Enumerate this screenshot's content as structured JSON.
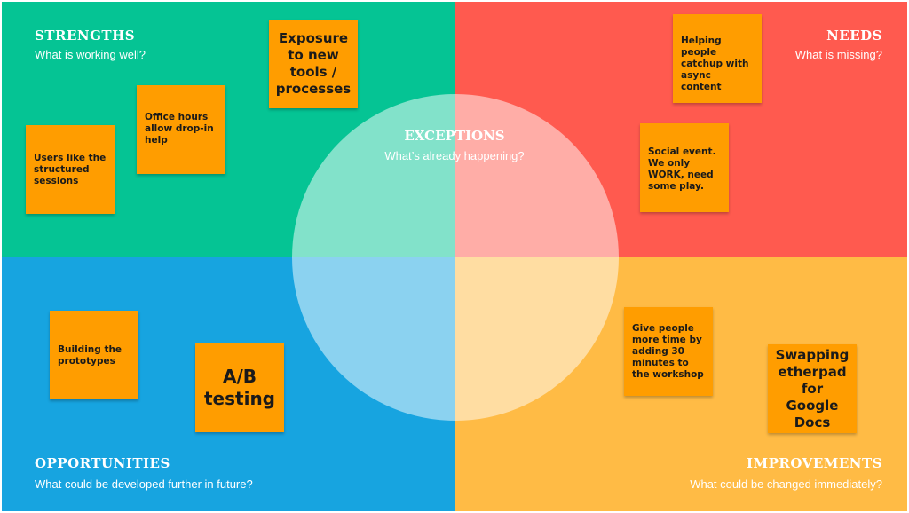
{
  "colors": {
    "strengths": "#05c494",
    "needs": "#ff5a4f",
    "opportunities": "#17a4e0",
    "improvements": "#ffbb45",
    "sticky": "#ff9d00"
  },
  "quadrants": {
    "strengths": {
      "title": "STRENGTHS",
      "subtitle": "What is working well?"
    },
    "needs": {
      "title": "NEEDS",
      "subtitle": "What is missing?"
    },
    "opportunities": {
      "title": "OPPORTUNITIES",
      "subtitle": "What could be developed further in future?"
    },
    "improvements": {
      "title": "IMPROVEMENTS",
      "subtitle": "What could be changed immediately?"
    }
  },
  "center": {
    "title": "EXCEPTIONS",
    "subtitle": "What’s already happening?"
  },
  "notes": {
    "exposure": "Exposure to new tools / processes",
    "office_hours": "Office hours allow drop-in help",
    "structured": "Users like the structured sessions",
    "catchup": "Helping people catchup with async content",
    "social": "Social event. We only WORK, need some play.",
    "prototypes": "Building the prototypes",
    "ab_testing": "A/B testing",
    "more_time": "Give people more time by adding 30 minutes to the workshop",
    "etherpad": "Swapping etherpad for Google Docs"
  }
}
